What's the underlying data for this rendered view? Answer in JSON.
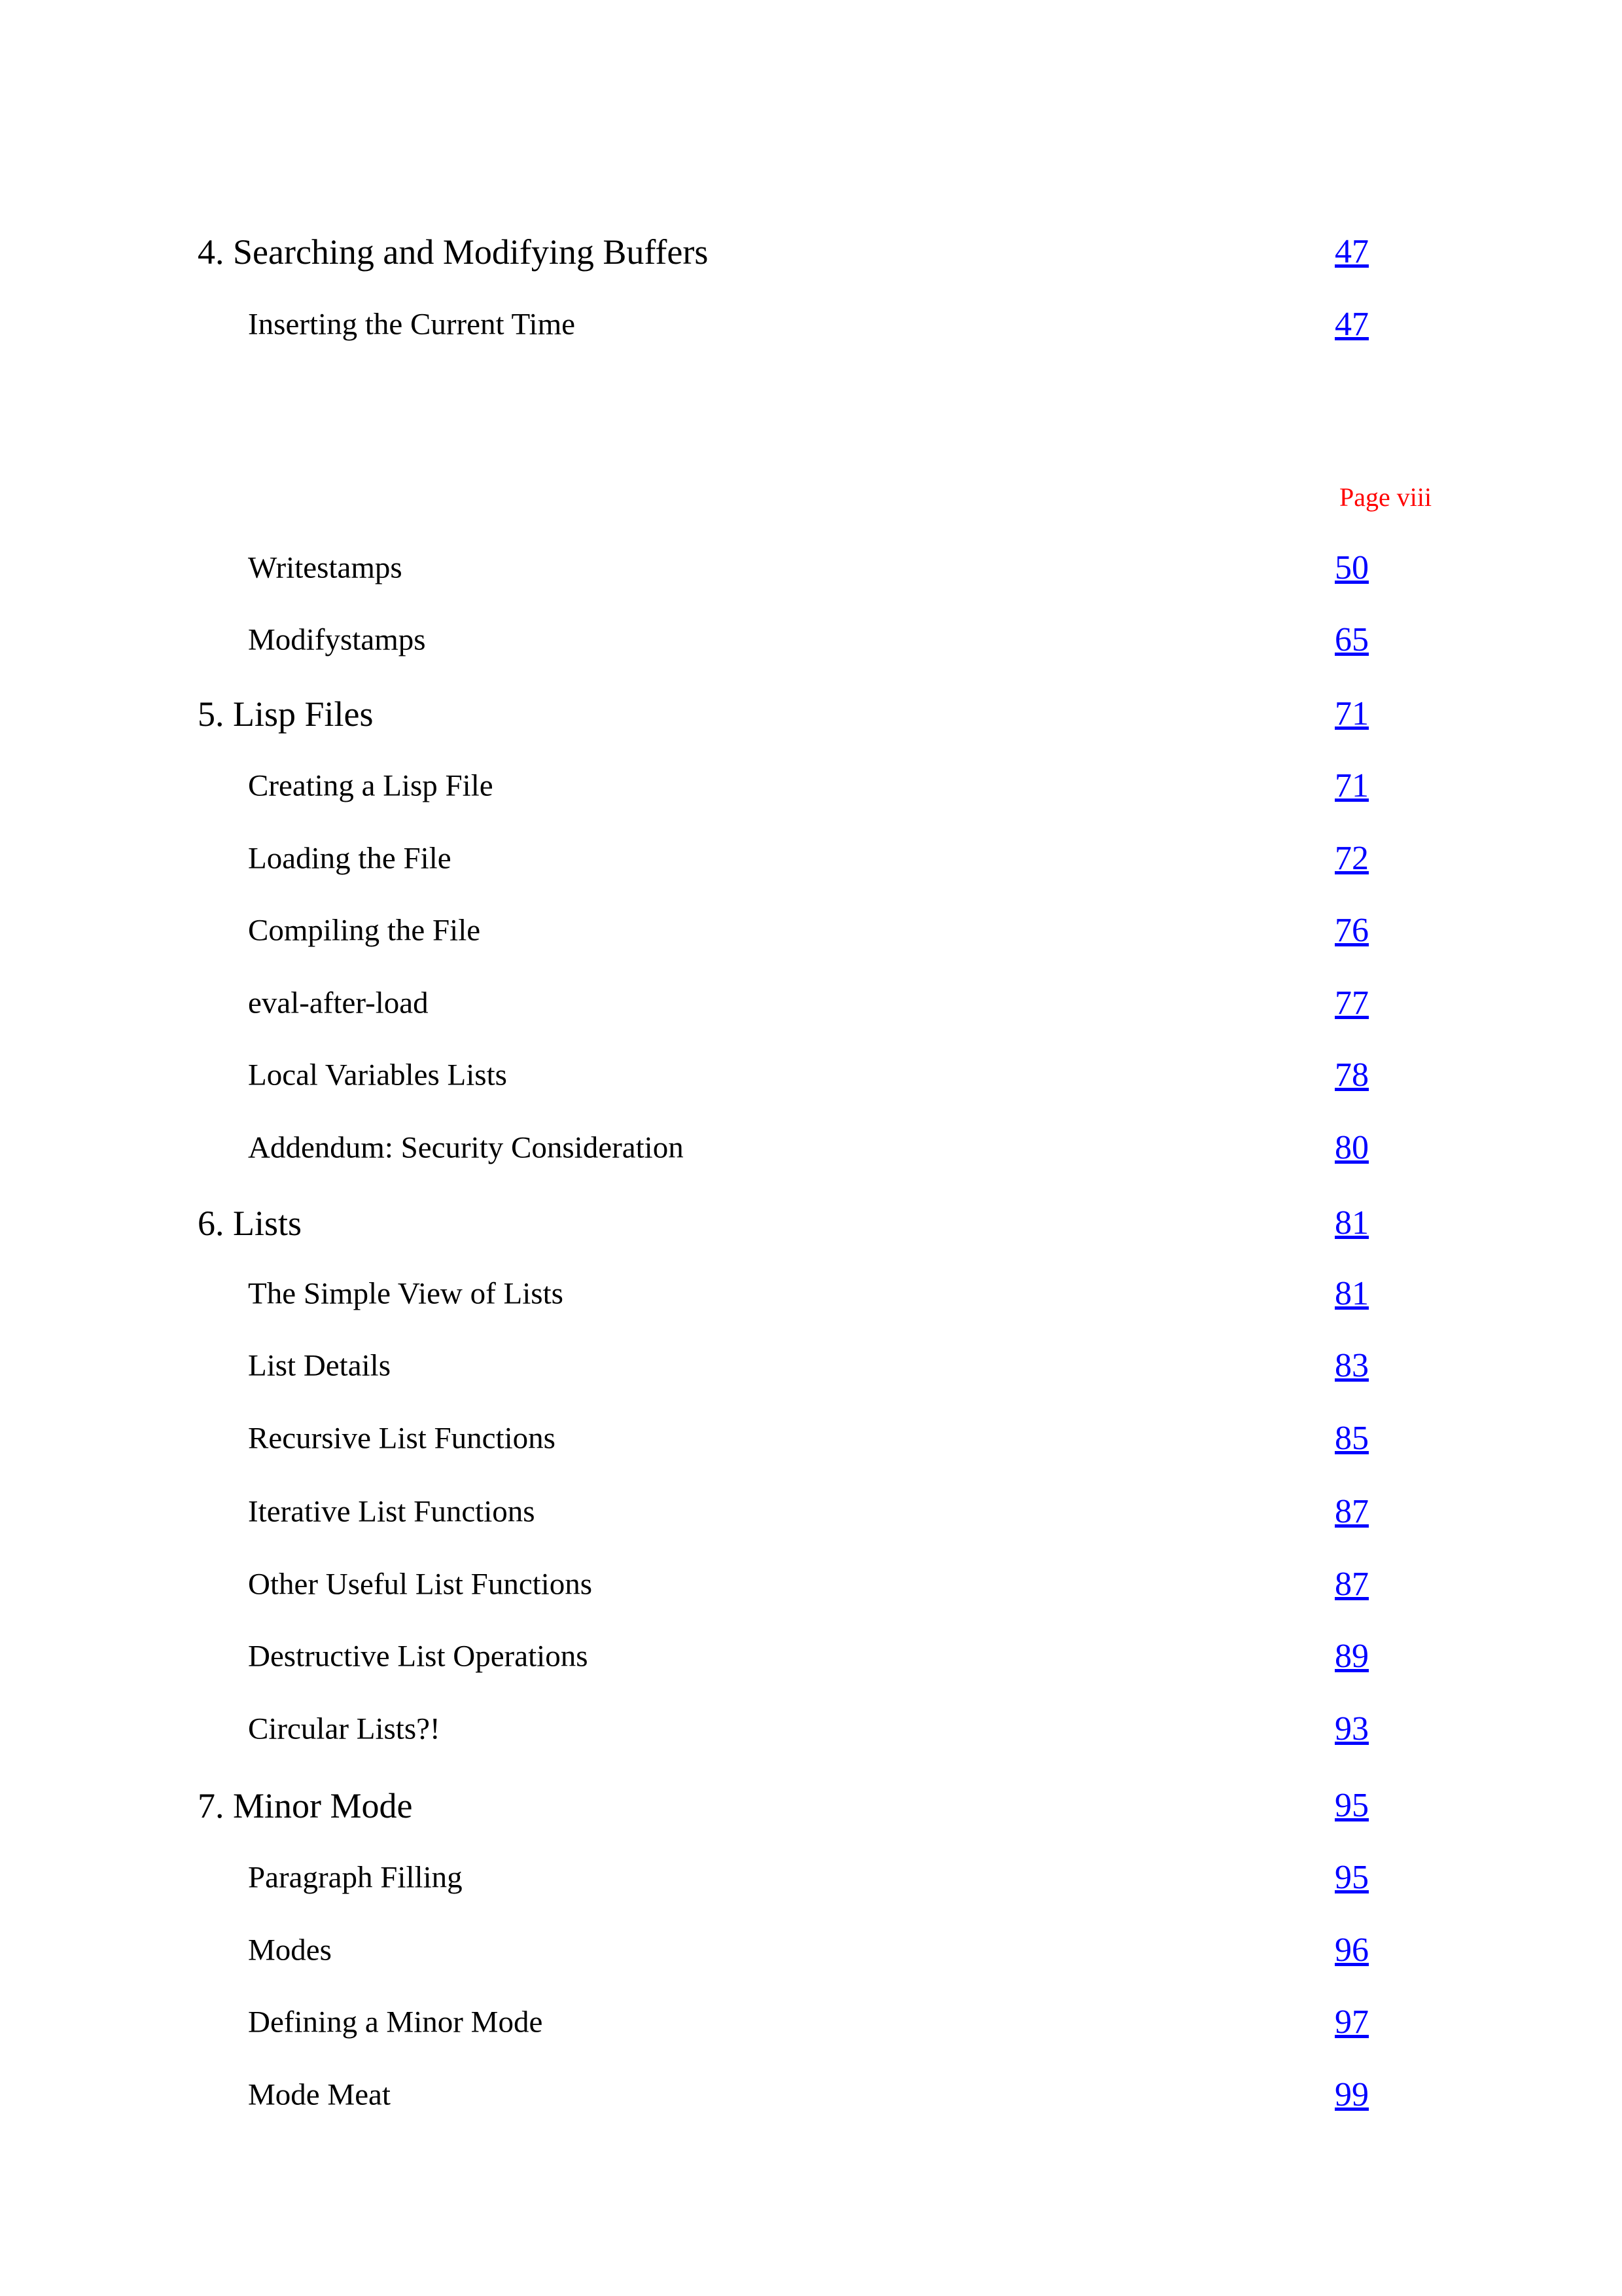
{
  "page_label": "Page viii",
  "link_color": "#0000ff",
  "toc": [
    {
      "level": "chapter",
      "title": "4. Searching and Modifying Buffers",
      "page": "47"
    },
    {
      "level": "section",
      "title": "Inserting the Current Time",
      "page": "47"
    },
    {
      "level": "section",
      "title": "Writestamps",
      "page": "50"
    },
    {
      "level": "section",
      "title": "Modifystamps",
      "page": "65"
    },
    {
      "level": "chapter",
      "title": "5. Lisp Files",
      "page": "71"
    },
    {
      "level": "section",
      "title": "Creating a Lisp File",
      "page": "71"
    },
    {
      "level": "section",
      "title": "Loading the File",
      "page": "72"
    },
    {
      "level": "section",
      "title": "Compiling the File",
      "page": "76"
    },
    {
      "level": "section",
      "title": "eval-after-load",
      "page": "77"
    },
    {
      "level": "section",
      "title": "Local Variables Lists",
      "page": "78"
    },
    {
      "level": "section",
      "title": "Addendum: Security Consideration",
      "page": "80"
    },
    {
      "level": "chapter",
      "title": "6. Lists",
      "page": "81"
    },
    {
      "level": "section",
      "title": "The Simple View of Lists",
      "page": "81"
    },
    {
      "level": "section",
      "title": "List Details",
      "page": "83"
    },
    {
      "level": "section",
      "title": "Recursive List Functions",
      "page": "85"
    },
    {
      "level": "section",
      "title": "Iterative List Functions",
      "page": "87"
    },
    {
      "level": "section",
      "title": "Other Useful List Functions",
      "page": "87"
    },
    {
      "level": "section",
      "title": "Destructive List Operations",
      "page": "89"
    },
    {
      "level": "section",
      "title": "Circular Lists?!",
      "page": "93"
    },
    {
      "level": "chapter",
      "title": "7. Minor Mode",
      "page": "95"
    },
    {
      "level": "section",
      "title": "Paragraph Filling",
      "page": "95"
    },
    {
      "level": "section",
      "title": "Modes",
      "page": "96"
    },
    {
      "level": "section",
      "title": "Defining a Minor Mode",
      "page": "97"
    },
    {
      "level": "section",
      "title": "Mode Meat",
      "page": "99"
    }
  ]
}
